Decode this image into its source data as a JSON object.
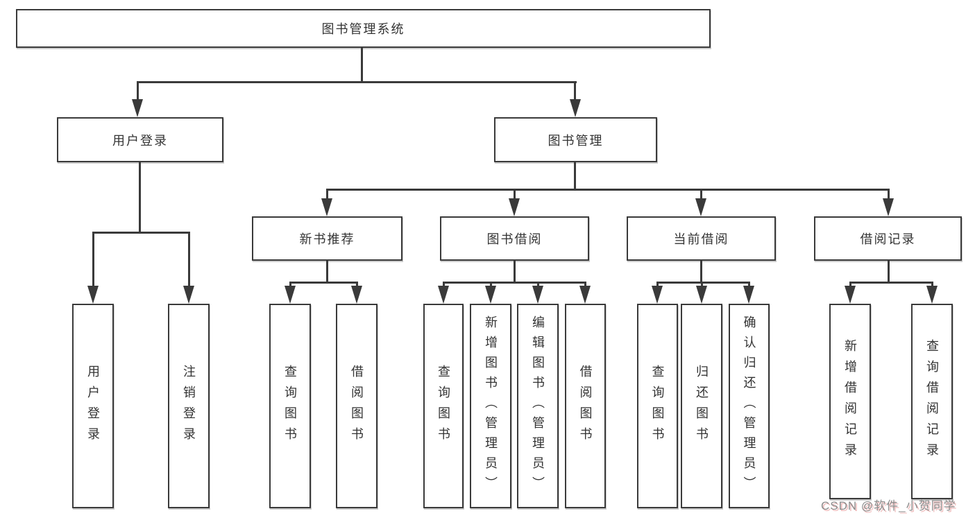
{
  "diagram_title": "图书管理系统",
  "nodes": {
    "root": {
      "label": "图书管理系统"
    },
    "user_login": {
      "label": "用户登录"
    },
    "book_mgmt": {
      "label": "图书管理"
    },
    "new_books": {
      "label": "新书推荐"
    },
    "book_borrow": {
      "label": "图书借阅"
    },
    "current_borrow": {
      "label": "当前借阅"
    },
    "borrow_records": {
      "label": "借阅记录"
    },
    "leaves": [
      {
        "label": "用户登录",
        "parent": "用户登录"
      },
      {
        "label": "注销登录",
        "parent": "用户登录"
      },
      {
        "label": "查询图书",
        "parent": "新书推荐"
      },
      {
        "label": "借阅图书",
        "parent": "新书推荐"
      },
      {
        "label": "查询图书",
        "parent": "图书借阅"
      },
      {
        "label": "新增图书（管理员）",
        "parent": "图书借阅"
      },
      {
        "label": "编辑图书（管理员）",
        "parent": "图书借阅"
      },
      {
        "label": "借阅图书",
        "parent": "图书借阅"
      },
      {
        "label": "查询图书",
        "parent": "当前借阅"
      },
      {
        "label": "归还图书",
        "parent": "当前借阅"
      },
      {
        "label": "确认归还（管理员）",
        "parent": "当前借阅"
      },
      {
        "label": "新增借阅记录",
        "parent": "借阅记录"
      },
      {
        "label": "查询借阅记录",
        "parent": "借阅记录"
      }
    ]
  },
  "watermark": {
    "text": "CSDN @软件_小贺同学"
  },
  "colors": {
    "line": "#3a3a3a",
    "text": "#333333",
    "watermark": "#8c8c8c",
    "background": "#ffffff"
  }
}
